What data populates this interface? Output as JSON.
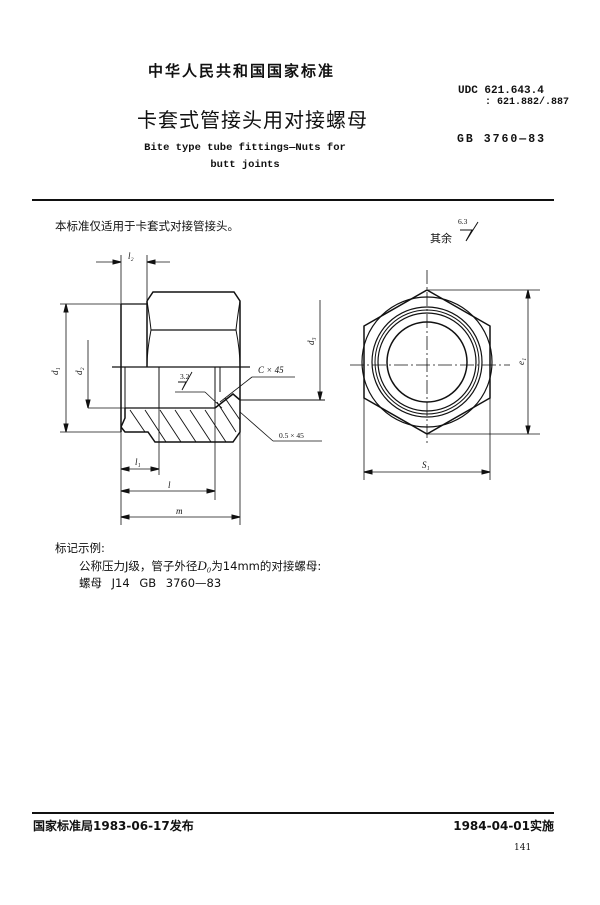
{
  "header": {
    "standard_type": "中华人民共和国国家标准",
    "title_cn": "卡套式管接头用对接螺母",
    "title_en_line1": "Bite type tube fittings—Nuts for",
    "title_en_line2": "butt joints",
    "udc_line1": "UDC 621.643.4",
    "udc_line2": ": 621.882/.887",
    "standard_number": "GB 3760—83"
  },
  "body": {
    "scope": "本标准仅适用于卡套式对接管接头。",
    "roughness_rest_label": "其余",
    "roughness_rest_value": "6.3"
  },
  "drawing": {
    "labels": {
      "l2": "l₂",
      "d1": "d₁",
      "d2": "d₂",
      "d3": "d₃",
      "roughness_bore": "3.2",
      "chamfer_c": "C × 45",
      "chamfer_05": "0.5 × 45",
      "l1": "l₁",
      "l": "l",
      "m": "m",
      "e1": "e₁",
      "s1": "S₁"
    }
  },
  "marking_example": {
    "title": "标记示例:",
    "desc_prefix": "公称压力J级，管子外径",
    "desc_symbol": "D₀",
    "desc_suffix": "为14mm的对接螺母:",
    "code": "螺母  J14  GB 3760—83"
  },
  "footer": {
    "issued": "国家标准局1983-06-17发布",
    "effective": "1984-04-01实施",
    "page_number": "141"
  }
}
